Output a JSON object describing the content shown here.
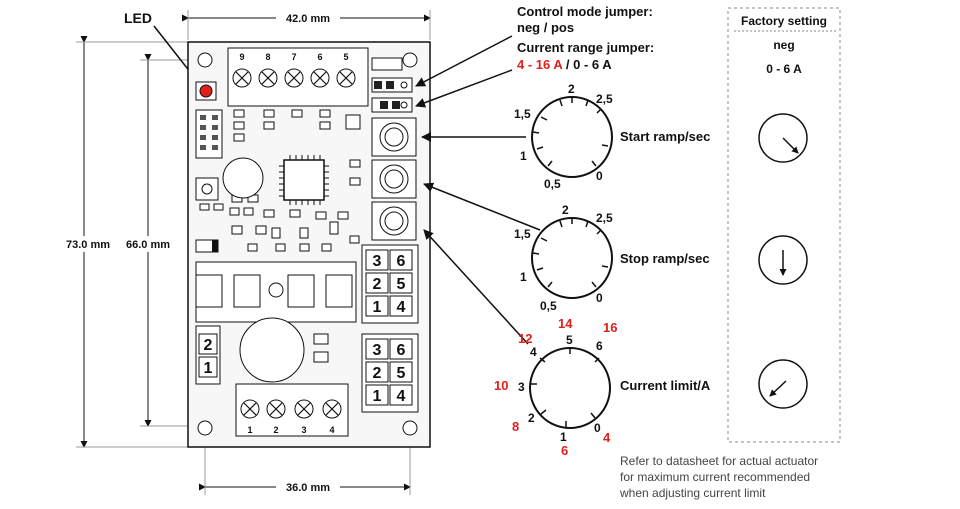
{
  "led_label": "LED",
  "dimensions": {
    "width_top": "42.0 mm",
    "width_bottom": "36.0 mm",
    "height_outer": "73.0 mm",
    "height_inner": "66.0 mm"
  },
  "board": {
    "top_terminals": [
      "9",
      "8",
      "7",
      "6",
      "5"
    ],
    "bottom_terminals": [
      "1",
      "2",
      "3",
      "4"
    ],
    "connector_a": [
      "3",
      "6",
      "2",
      "5",
      "1",
      "4"
    ],
    "connector_b": [
      "3",
      "6",
      "2",
      "5",
      "1",
      "4"
    ],
    "connector_c": [
      "2",
      "1"
    ]
  },
  "jumpers": {
    "control_mode_title": "Control mode jumper:",
    "control_mode_values": "neg / pos",
    "current_range_title": "Current range jumper:",
    "current_range_red": "4 - 16 A",
    "current_range_rest": " / 0 - 6 A"
  },
  "dials": [
    {
      "label": "Start ramp/sec",
      "scale": [
        "2",
        "2,5",
        "1,5",
        "1",
        "0,5",
        "0"
      ]
    },
    {
      "label": "Stop ramp/sec",
      "scale": [
        "2",
        "2,5",
        "1,5",
        "1",
        "0,5",
        "0"
      ]
    },
    {
      "label": "Current limit/A",
      "scale": [
        "5",
        "6",
        "4",
        "3",
        "2",
        "1",
        "0"
      ],
      "scale_red": [
        "14",
        "16",
        "12",
        "10",
        "8",
        "6",
        "4"
      ]
    }
  ],
  "factory": {
    "title": "Factory setting",
    "mode": "neg",
    "range": "0 - 6 A"
  },
  "note": {
    "line1": "Refer to datasheet for actual actuator",
    "line2": "for maximum current recommended",
    "line3": "when adjusting current limit"
  }
}
